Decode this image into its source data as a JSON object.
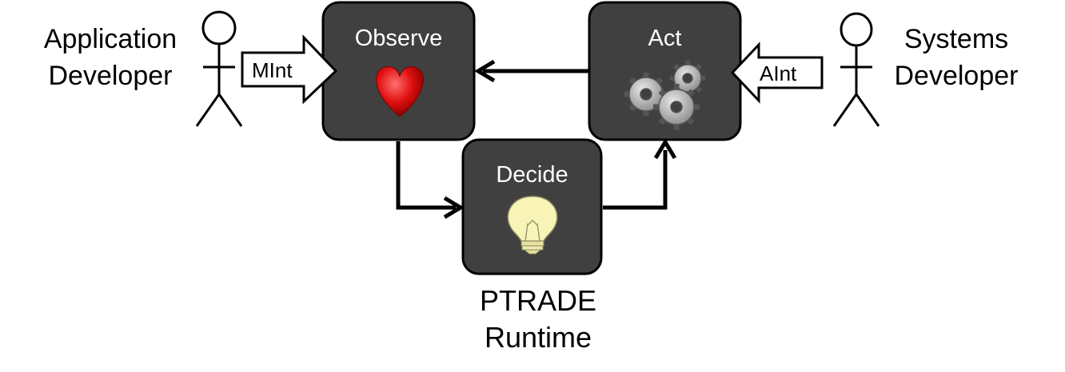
{
  "actors": {
    "left": {
      "line1": "Application",
      "line2": "Developer"
    },
    "right": {
      "line1": "Systems",
      "line2": "Developer"
    }
  },
  "boxes": {
    "observe": {
      "title": "Observe",
      "icon": "heart-icon"
    },
    "act": {
      "title": "Act",
      "icon": "gears-icon"
    },
    "decide": {
      "title": "Decide",
      "icon": "lightbulb-icon"
    }
  },
  "interfaces": {
    "left_arrow": "MInt",
    "right_arrow": "AInt"
  },
  "caption": {
    "line1": "PTRADE",
    "line2": "Runtime"
  },
  "colors": {
    "box_fill": "#404040",
    "box_border": "#000000",
    "heart": "#e01010",
    "bulb": "#f8f4b8",
    "gear": "#a8a8a8"
  }
}
